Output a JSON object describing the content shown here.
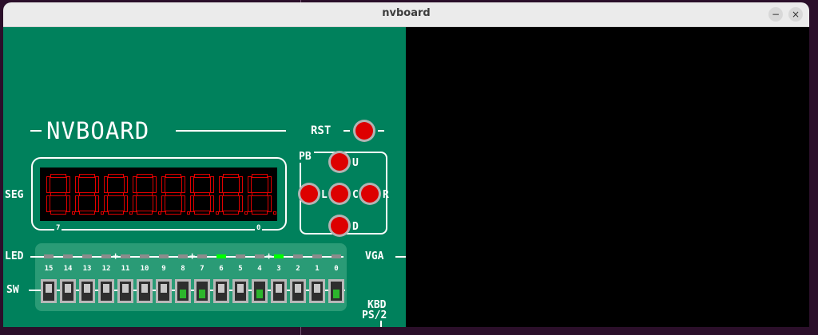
{
  "window": {
    "title": "nvboard",
    "minimize_label": "−",
    "close_label": "×"
  },
  "board": {
    "logo": "NVBOARD",
    "rst_label": "RST",
    "seg_label": "SEG",
    "seg_left_index": "7",
    "seg_right_index": "0",
    "pb_label": "PB",
    "pb": {
      "up": "U",
      "left": "L",
      "center": "C",
      "right": "R",
      "down": "D"
    },
    "led_label": "LED",
    "sw_label": "SW",
    "vga_label": "VGA",
    "kbd_label": "KBD",
    "ps2_label": "PS/2",
    "leds": [
      {
        "label": "15",
        "on": false
      },
      {
        "label": "14",
        "on": false
      },
      {
        "label": "13",
        "on": false
      },
      {
        "label": "12",
        "on": false
      },
      {
        "label": "11",
        "on": false
      },
      {
        "label": "10",
        "on": false
      },
      {
        "label": "9",
        "on": false
      },
      {
        "label": "8",
        "on": false
      },
      {
        "label": "7",
        "on": false
      },
      {
        "label": "6",
        "on": true
      },
      {
        "label": "5",
        "on": false
      },
      {
        "label": "4",
        "on": false
      },
      {
        "label": "3",
        "on": true
      },
      {
        "label": "2",
        "on": false
      },
      {
        "label": "1",
        "on": false
      },
      {
        "label": "0",
        "on": false
      }
    ],
    "switches": [
      {
        "index": "15",
        "on": false
      },
      {
        "index": "14",
        "on": false
      },
      {
        "index": "13",
        "on": false
      },
      {
        "index": "12",
        "on": false
      },
      {
        "index": "11",
        "on": false
      },
      {
        "index": "10",
        "on": false
      },
      {
        "index": "9",
        "on": false
      },
      {
        "index": "8",
        "on": true
      },
      {
        "index": "7",
        "on": true
      },
      {
        "index": "6",
        "on": false
      },
      {
        "index": "5",
        "on": false
      },
      {
        "index": "4",
        "on": true
      },
      {
        "index": "3",
        "on": false
      },
      {
        "index": "2",
        "on": false
      },
      {
        "index": "1",
        "on": false
      },
      {
        "index": "0",
        "on": true
      }
    ],
    "colors": {
      "board": "#00815c",
      "led_panel": "#2a9b76",
      "led_on": "#00ff00",
      "led_off": "#8c8c8c",
      "segment": "#e00000",
      "button": "#dd0000",
      "switch_on": "#2cb52c"
    }
  }
}
